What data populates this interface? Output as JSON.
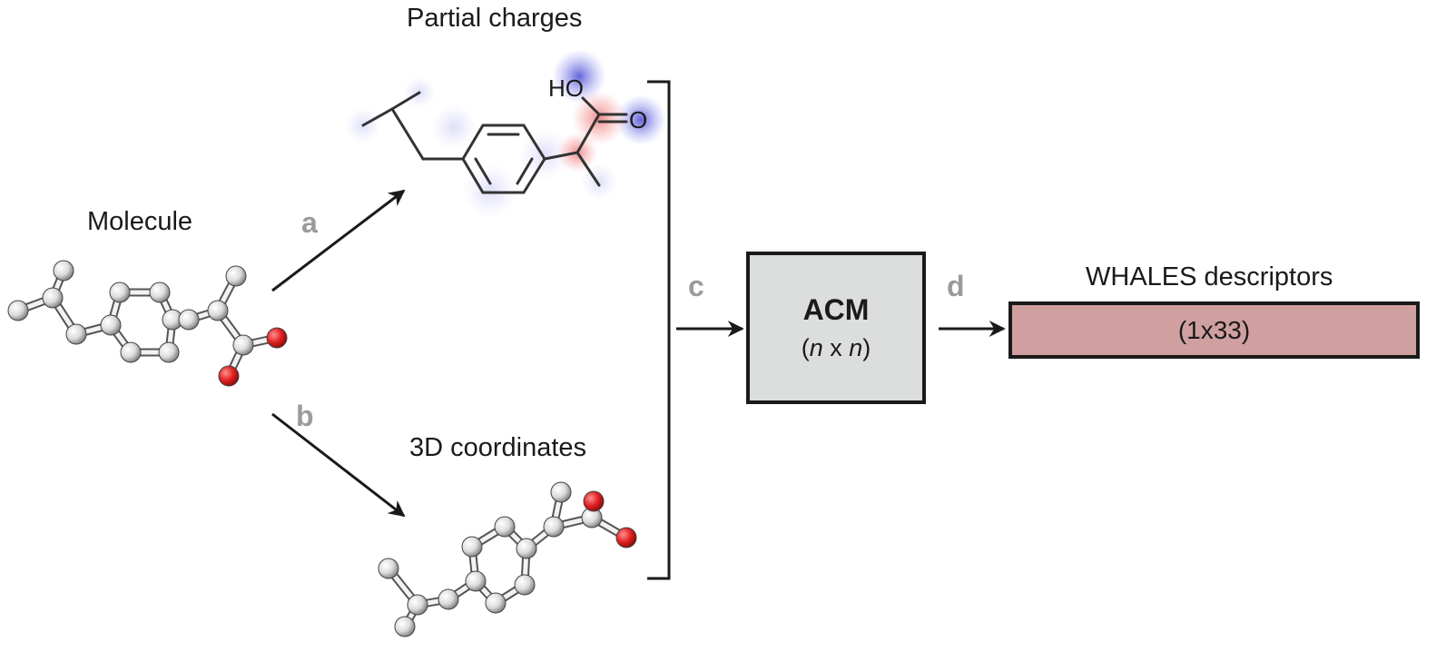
{
  "labels": {
    "molecule": "Molecule",
    "partial_charges": "Partial charges",
    "coordinates": "3D coordinates",
    "whales": "WHALES descriptors"
  },
  "steps": {
    "a": "a",
    "b": "b",
    "c": "c",
    "d": "d"
  },
  "acm": {
    "title": "ACM",
    "dim_n1": "n",
    "dim_x": " x ",
    "dim_n2": "n",
    "paren_open": "(",
    "paren_close": ")"
  },
  "whales_box": {
    "text": "(1x33)"
  },
  "structure": {
    "atom_hydroxyl": "HO",
    "atom_oxygen": "O"
  },
  "colors": {
    "line": "#1a1a1a",
    "step_label": "#9b9b9b",
    "acm_fill": "#dcdedd",
    "whales_fill": "#d09fa0",
    "atom_white": "#e8e8e8",
    "atom_red": "#e02020",
    "charge_negative": "#3030d0",
    "charge_positive": "#e03030"
  },
  "icons": [
    "ball-and-stick-molecule",
    "structural-formula",
    "arrow-icon",
    "bracket"
  ]
}
